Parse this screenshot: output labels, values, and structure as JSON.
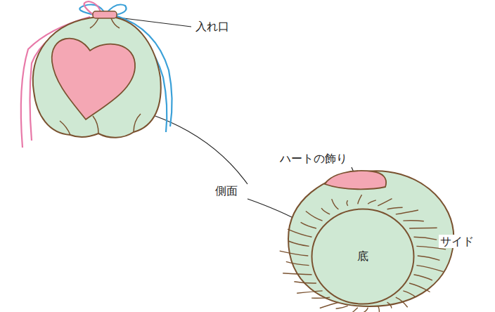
{
  "diagram": {
    "nodes": [
      {
        "text": [
          "底"
        ]
      }
    ],
    "labels": [
      "入れ口",
      "側面",
      "ハートの飾り",
      "サイド"
    ]
  }
}
